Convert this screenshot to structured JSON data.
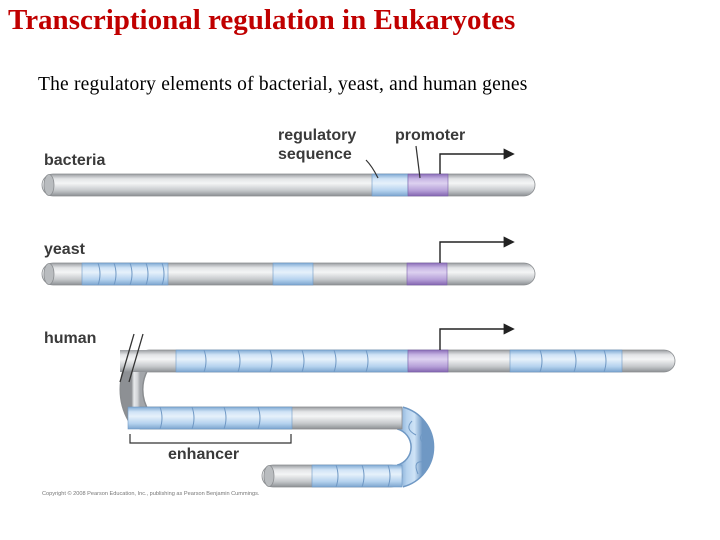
{
  "title": "Transcriptional regulation in Eukaryotes",
  "subtitle": "The regulatory elements of bacterial, yeast, and human genes",
  "figure": {
    "label_bacteria": "bacteria",
    "label_yeast": "yeast",
    "label_human": "human",
    "label_regulatory_line1": "regulatory",
    "label_regulatory_line2": "sequence",
    "label_promoter": "promoter",
    "label_enhancer": "enhancer",
    "copyright": "Copyright © 2008 Pearson Education, Inc., publishing as Pearson Benjamin Cummings.",
    "colors": {
      "tube_gray": "#c8cacd",
      "regulatory_blue": "#bcd8f2",
      "promoter_purple": "#b7a2d8",
      "title_red": "#c00000"
    }
  }
}
